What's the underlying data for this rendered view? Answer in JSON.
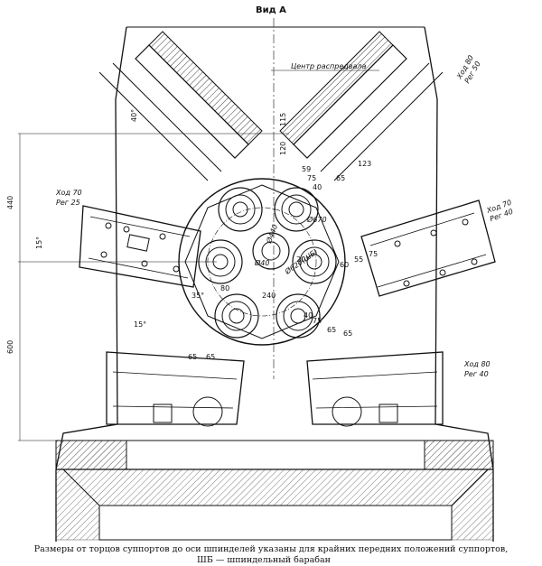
{
  "title": "Вид А",
  "labels": {
    "cam_center": "Центр распредвала",
    "stroke80_tr": "Ход 80",
    "reg50_tr": "Рег 50",
    "stroke70_l": "Ход 70",
    "reg25_l": "Рег 25",
    "stroke70_r": "Ход 70",
    "reg40_r": "Рег 40",
    "stroke80_br": "Ход 80",
    "reg40_br": "Рег 40"
  },
  "dims": {
    "d40": "40°",
    "d115": "115",
    "d120": "120",
    "d440": "440",
    "d600": "600",
    "d15_l": "15°",
    "d15_b": "15°",
    "d59": "59",
    "d75_t": "75",
    "d40_t": "40",
    "d65_t": "65",
    "d123": "123",
    "d440dia": "Ø440",
    "d670": "Ø670",
    "d620": "Ø620(ШБ)",
    "d40dia": "Ø40",
    "d20": "20°",
    "d60": "60",
    "d55": "55",
    "d75_r": "75",
    "d35": "35°",
    "d80": "80",
    "d240": "240",
    "d40_b": "40",
    "d75_b": "75",
    "d65_b1": "65",
    "d65_b2": "65",
    "d65_bl1": "65",
    "d65_bl2": "65"
  },
  "caption_line1": "Размеры от торцов суппортов до оси шпинделей  указаны для  крайних  передних положений суппортов,",
  "caption_line2": "ШБ — шпиндельный барабан"
}
